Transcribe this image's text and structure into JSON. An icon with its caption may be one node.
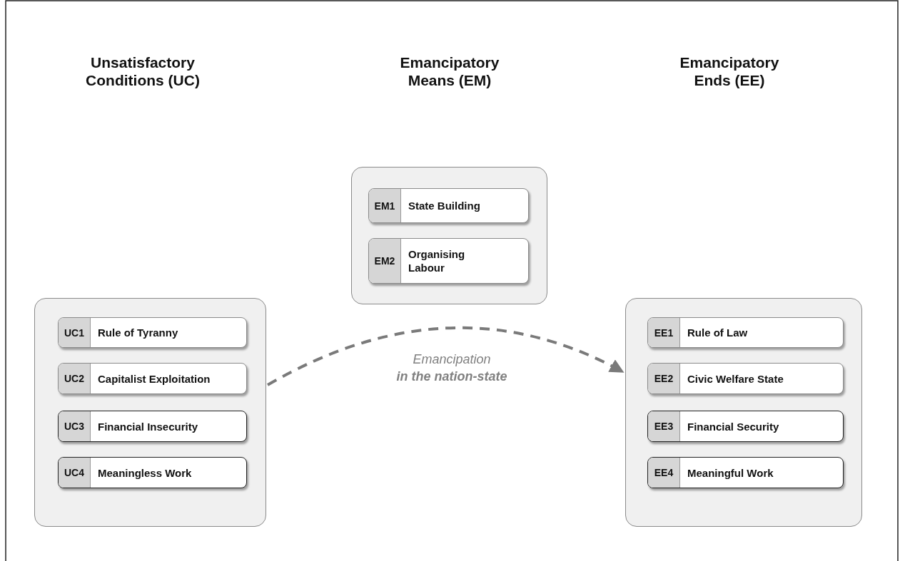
{
  "diagram": {
    "nodes": [
      {
        "text": [],
        "shape": "box"
      },
      {
        "text": [
          "UC1",
          "Rule of Tyranny"
        ],
        "in": 0
      },
      {
        "text": [
          "UC2",
          "Capitalist Exploitation"
        ],
        "in": 0
      },
      {
        "text": [
          "UC3",
          "Financial Insecurity"
        ],
        "in": 0
      },
      {
        "text": [
          "UC4",
          "Meaningless Work"
        ],
        "in": 0
      },
      {
        "text": [],
        "shape": "box"
      },
      {
        "text": [
          "EM1",
          "State Building"
        ],
        "in": 5
      },
      {
        "text": [
          "EM2",
          "Organising Labour"
        ],
        "in": 5
      },
      {
        "text": [],
        "shape": "box"
      },
      {
        "text": [
          "EE1",
          "Rule of Law"
        ],
        "in": 8
      },
      {
        "text": [
          "EE2",
          "Civic Welfare State"
        ],
        "in": 8
      },
      {
        "text": [
          "EE3",
          "Financial Security"
        ],
        "in": 8
      },
      {
        "text": [
          "EE4",
          "Meaningful Work"
        ],
        "in": 8
      }
    ],
    "edges": [
      {
        "from": 0,
        "to": 8,
        "arrow": "to",
        "style": "dashed",
        "label": "Emancipation **in the nation-state**"
      }
    ],
    "labels": [
      "Unsatisfactory Conditions (UC)",
      "Emancipatory Means (EM)",
      "Emancipatory Ends (EE)"
    ]
  }
}
